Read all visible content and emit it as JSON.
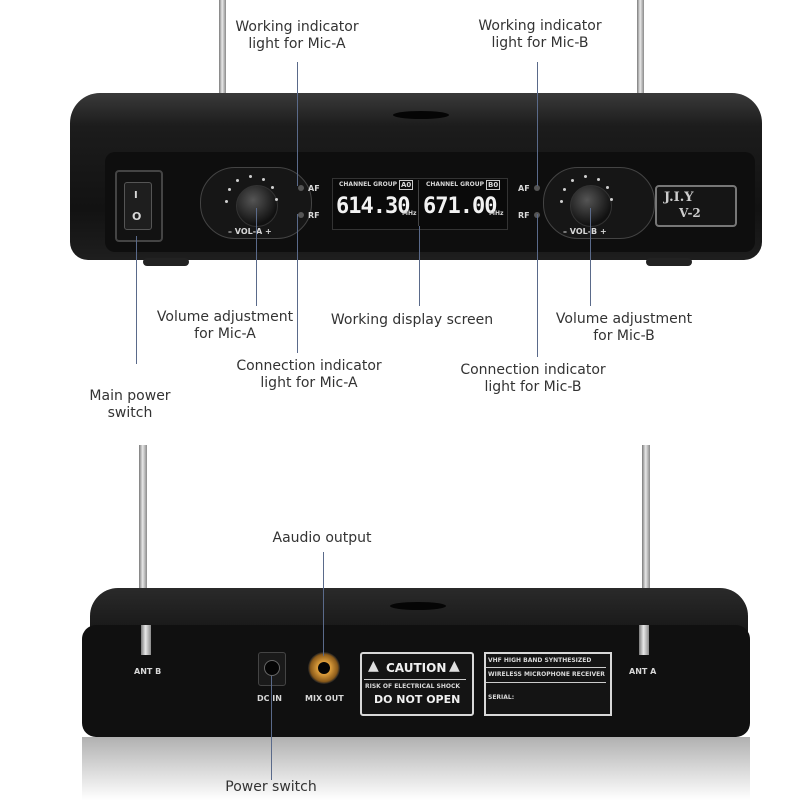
{
  "labels": {
    "working_a_l1": "Working indicator",
    "working_a_l2": "light for Mic-A",
    "working_b_l1": "Working indicator",
    "working_b_l2": "light for Mic-B",
    "volume_a_l1": "Volume adjustment",
    "volume_a_l2": "for Mic-A",
    "display": "Working display screen",
    "volume_b_l1": "Volume adjustment",
    "volume_b_l2": "for Mic-B",
    "conn_a_l1": "Connection indicator",
    "conn_a_l2": "light for Mic-A",
    "conn_b_l1": "Connection indicator",
    "conn_b_l2": "light for Mic-B",
    "power_l1": "Main power",
    "power_l2": "switch",
    "audio_out": "Aaudio output",
    "power_switch": "Power switch"
  },
  "front_panel": {
    "af": "AF",
    "rf": "RF",
    "vol_a": "– VOL-A +",
    "vol_b": "– VOL-B +",
    "lcd_header_left": "CHANNEL  GROUP",
    "lcd_group_left": "A0",
    "lcd_header_right": "CHANNEL  GROUP",
    "lcd_group_right": "B0",
    "freq_a": "614.30",
    "freq_b": "671.00",
    "unit": "MHz",
    "brand": "J.I.Y",
    "model": "V-2",
    "power_on": "I",
    "power_off": "O"
  },
  "rear_panel": {
    "ant_b": "ANT B",
    "ant_a": "ANT A",
    "dc_in": "DC IN",
    "mix_out": "MIX OUT",
    "caution": "CAUTION",
    "caution_sub": "RISK OF ELECTRICAL SHOCK",
    "do_not_open": "DO NOT OPEN",
    "receiver_l1": "VHF HIGH BAND SYNTHESIZED",
    "receiver_l2": "WIRELESS MICROPHONE RECEIVER",
    "serial": "SERIAL:"
  }
}
